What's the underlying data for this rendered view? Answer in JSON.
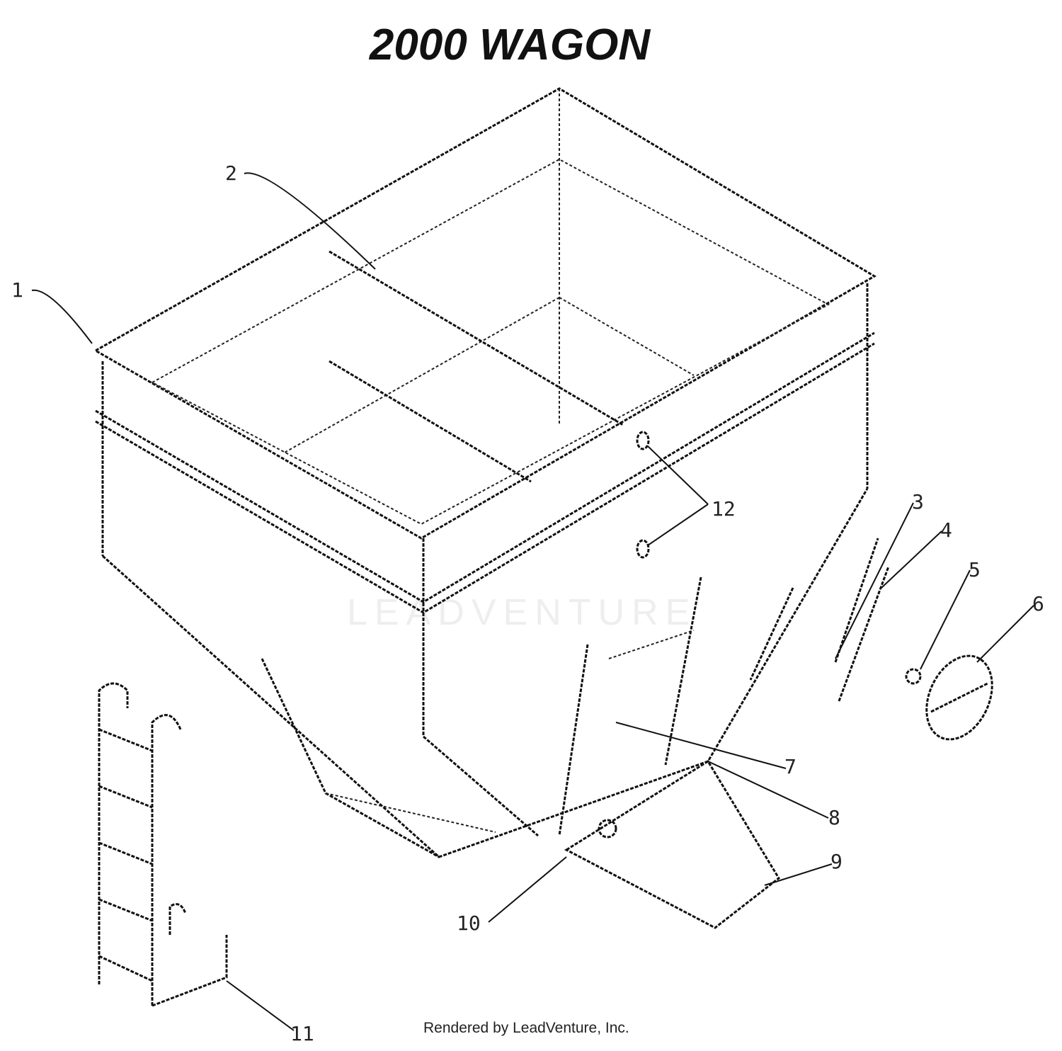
{
  "title": "2000 WAGON",
  "footer": "Rendered by LeadVenture, Inc.",
  "watermark": "LEADVENTURE",
  "callouts": [
    "1",
    "2",
    "3",
    "4",
    "5",
    "6",
    "7",
    "8",
    "9",
    "10",
    "11",
    "12"
  ]
}
